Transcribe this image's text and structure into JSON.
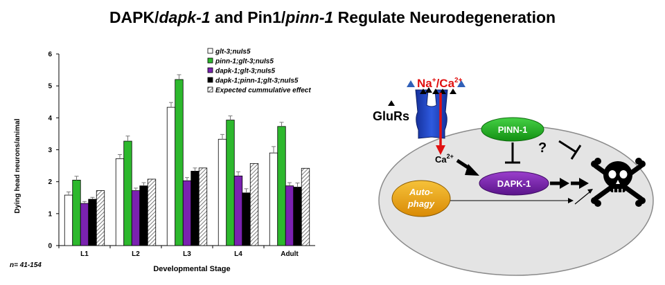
{
  "title": {
    "part1": "DAPK/",
    "part2": "dapk-1",
    "part3": " and Pin1/",
    "part4": "pinn-1",
    "part5": " Regulate Neurodegeneration"
  },
  "chart_data": {
    "type": "bar",
    "xlabel": "Developmental Stage",
    "ylabel": "Dying head neurons/animal",
    "ylim": [
      0,
      6
    ],
    "yticks": [
      "0",
      "1",
      "2",
      "3",
      "4",
      "5",
      "6"
    ],
    "categories": [
      "L1",
      "L2",
      "L3",
      "L4",
      "Adult"
    ],
    "legend_position": "top-right",
    "note": "n= 41-154",
    "series": [
      {
        "name": "glt-3;nuIs5",
        "color": "#ffffff",
        "pattern": "solid",
        "values": [
          1.58,
          2.72,
          4.33,
          3.33,
          2.9
        ],
        "errors": [
          0.1,
          0.13,
          0.15,
          0.15,
          0.2
        ]
      },
      {
        "name": "pinn-1;glt-3;nuIs5",
        "color": "#2db82d",
        "pattern": "solid",
        "values": [
          2.05,
          3.27,
          5.2,
          3.93,
          3.73
        ],
        "errors": [
          0.12,
          0.16,
          0.15,
          0.13,
          0.13
        ]
      },
      {
        "name": "dapk-1;glt-3;nuIs5",
        "color": "#7a22b0",
        "pattern": "solid",
        "values": [
          1.32,
          1.72,
          2.03,
          2.18,
          1.87
        ],
        "errors": [
          0.06,
          0.08,
          0.1,
          0.13,
          0.1
        ]
      },
      {
        "name": "dapk-1;pinn-1;glt-3;nuIs5",
        "color": "#000000",
        "pattern": "solid",
        "values": [
          1.45,
          1.87,
          2.33,
          1.65,
          1.83
        ],
        "errors": [
          0.06,
          0.1,
          0.1,
          0.13,
          0.13
        ]
      },
      {
        "name": "Expected cummulative effect",
        "color": "#ffffff",
        "pattern": "hatch",
        "values": [
          1.72,
          2.08,
          2.43,
          2.57,
          2.42
        ],
        "errors": [
          0,
          0,
          0,
          0,
          0
        ]
      }
    ]
  },
  "diagram": {
    "ion_label_na": "Na",
    "ion_label_na_sup": "+",
    "ion_label_sep": "/Ca",
    "ion_label_ca_sup": "2+",
    "receptor_label": "GluRs",
    "calcium_label": "Ca",
    "calcium_sup": "2+",
    "pinn1_label": "PINN-1",
    "dapk1_label": "DAPK-1",
    "autophagy_line1": "Auto-",
    "autophagy_line2": "phagy",
    "question_mark": "?",
    "death_icon": "skull-crossbones-icon",
    "colors": {
      "cell": "#e4e4e4",
      "pinn1": "#20b020",
      "dapk1": "#7722aa",
      "autophagy": "#e8a010",
      "receptor": "#1e3fc0",
      "influx_arrow": "#e01010"
    }
  }
}
